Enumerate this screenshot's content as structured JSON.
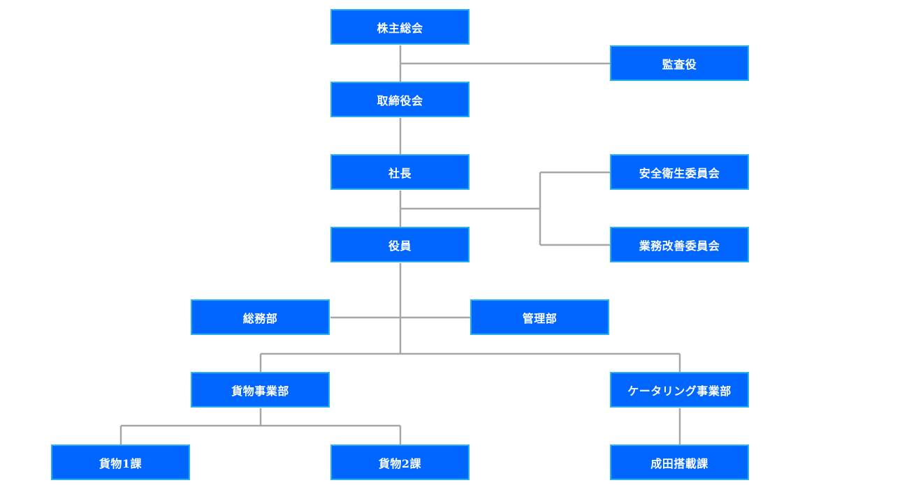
{
  "colors": {
    "box_fill": "#0066ff",
    "box_border": "#22b2ee",
    "box_text": "#ffffff",
    "connector": "#a6a6a6"
  },
  "nodes": {
    "shareholders_meeting": "株主総会",
    "auditor": "監査役",
    "board_of_directors": "取締役会",
    "president": "社長",
    "safety_health_committee": "安全衛生委員会",
    "business_improvement_committee": "業務改善委員会",
    "officers": "役員",
    "general_affairs": "総務部",
    "management": "管理部",
    "cargo_division": "貨物事業部",
    "catering_division": "ケータリング事業部",
    "cargo_section_1": "貨物1課",
    "cargo_section_2": "貨物2課",
    "narita_loading_section": "成田搭載課"
  }
}
